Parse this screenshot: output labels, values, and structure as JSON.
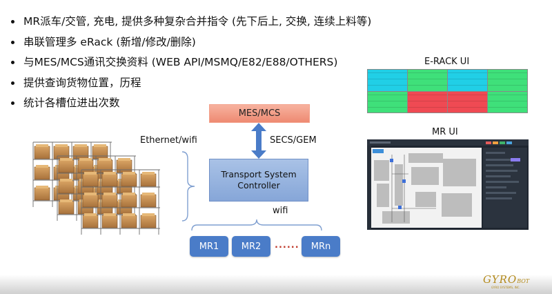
{
  "bullets": [
    "MR派车/交管, 充电, 提供多种复杂合并指令 (先下后上, 交换, 连续上料等)",
    "串联管理多 eRack (新增/修改/删除)",
    "与MES/MCS通讯交换资料 (WEB API/MSMQ/E82/E88/OTHERS)",
    "提供查询货物位置，历程",
    "统计各槽位进出次数"
  ],
  "diagram": {
    "mes_label": "MES/MCS",
    "secs_label": "SECS/GEM",
    "ethernet_label": "Ethernet/wifi",
    "controller_line1": "Transport System",
    "controller_line2": "Controller",
    "wifi_label": "wifi",
    "mr_nodes": [
      "MR1",
      "MR2",
      "MRn"
    ],
    "ellipsis": "......",
    "colors": {
      "mes_box": "#ee8a72",
      "controller_box": "#86a6d8",
      "mr_box": "#4a7cc8",
      "arrow": "#4a7cc8",
      "bracket": "#7f9fd0"
    }
  },
  "erack_ui": {
    "title": "E-RACK UI",
    "cell_colors": [
      "cyan",
      "green",
      "cyan",
      "green",
      "green",
      "red",
      "red",
      "green"
    ]
  },
  "mr_ui": {
    "title": "MR UI"
  },
  "logo": {
    "text": "GYRO",
    "suffix": "BOT",
    "subtitle": "GYRO SYSTEMS, INC."
  }
}
